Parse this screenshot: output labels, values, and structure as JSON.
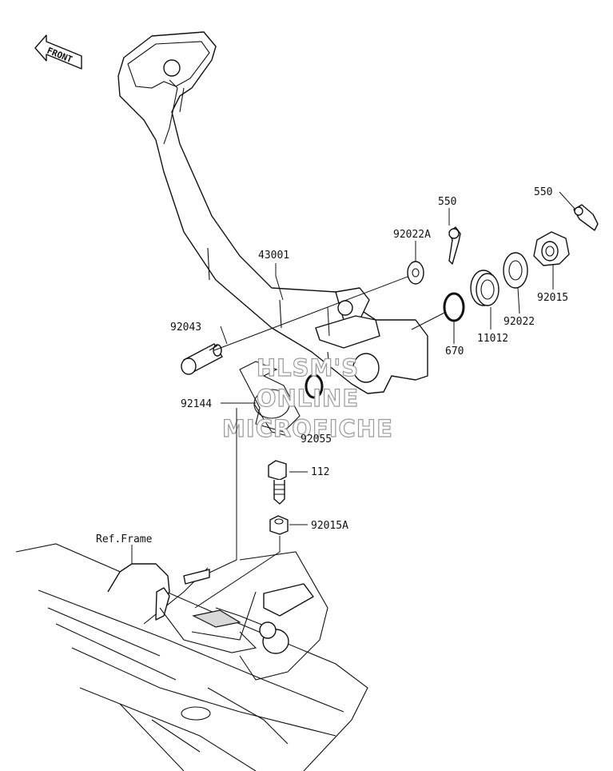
{
  "front_label": "FRONT",
  "watermark": [
    "HLSM'S",
    "ONLINE",
    "MICROFICHE"
  ],
  "parts": [
    {
      "id": "43001",
      "label": "43001"
    },
    {
      "id": "92043",
      "label": "92043"
    },
    {
      "id": "92144",
      "label": "92144"
    },
    {
      "id": "92055",
      "label": "92055"
    },
    {
      "id": "112",
      "label": "112"
    },
    {
      "id": "92015A",
      "label": "92015A"
    },
    {
      "id": "ref-frame",
      "label": "Ref.Frame"
    },
    {
      "id": "92022A",
      "label": "92022A"
    },
    {
      "id": "550-a",
      "label": "550"
    },
    {
      "id": "550-b",
      "label": "550"
    },
    {
      "id": "670",
      "label": "670"
    },
    {
      "id": "11012",
      "label": "11012"
    },
    {
      "id": "92022",
      "label": "92022"
    },
    {
      "id": "92015",
      "label": "92015"
    }
  ]
}
